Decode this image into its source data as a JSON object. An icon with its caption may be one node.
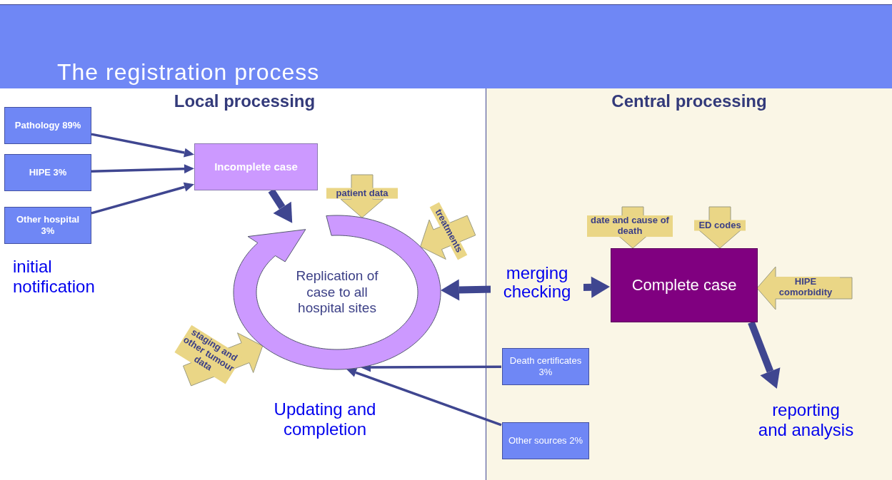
{
  "diagram": {
    "title": "The registration process",
    "nodes": [
      {
        "text": [
          "Local processing"
        ]
      },
      {
        "text": [
          "Central processing"
        ]
      },
      {
        "text": [
          "Pathology 89%"
        ],
        "in": 0
      },
      {
        "text": [
          "HIPE 3%"
        ],
        "in": 0
      },
      {
        "text": [
          "Other hospital 3%"
        ],
        "in": 0
      },
      {
        "text": [
          "Incomplete case"
        ],
        "in": 0
      },
      {
        "text": [
          "Replication of case to all hospital sites"
        ],
        "in": 0
      },
      {
        "text": [
          "Complete case"
        ],
        "in": 1
      },
      {
        "text": [
          "Death certificates 3%"
        ],
        "in": 1
      },
      {
        "text": [
          "Other sources 2%"
        ],
        "in": 1
      },
      {
        "text": [
          "reporting and analysis"
        ],
        "in": 1
      }
    ],
    "edges": [
      {
        "from": 2,
        "to": 5,
        "arrow": "to"
      },
      {
        "from": 3,
        "to": 5,
        "arrow": "to"
      },
      {
        "from": 4,
        "to": 5,
        "arrow": "to"
      },
      {
        "from": 5,
        "to": 6,
        "arrow": "to",
        "style": "thick"
      },
      {
        "from": 6,
        "to": 7,
        "arrow": "both",
        "style": "thick",
        "label": "merging checking"
      },
      {
        "from": 8,
        "to": 6,
        "arrow": "to"
      },
      {
        "from": 9,
        "to": 6,
        "arrow": "to"
      },
      {
        "from": 7,
        "to": 10,
        "arrow": "to",
        "style": "thick"
      },
      {
        "from": null,
        "to": 6,
        "arrow": "to",
        "color": "#ead686",
        "label": "patient data"
      },
      {
        "from": null,
        "to": 6,
        "arrow": "to",
        "color": "#ead686",
        "label": "treatments"
      },
      {
        "from": null,
        "to": 6,
        "arrow": "to",
        "color": "#ead686",
        "label": "staging and other tumour data"
      },
      {
        "from": null,
        "to": 7,
        "arrow": "to",
        "color": "#ead686",
        "label": "date and cause of death"
      },
      {
        "from": null,
        "to": 7,
        "arrow": "to",
        "color": "#ead686",
        "label": "ED codes"
      },
      {
        "from": null,
        "to": 7,
        "arrow": "to",
        "color": "#ead686",
        "label": "HIPE comorbidity"
      }
    ],
    "labels": [
      "initial notification",
      "Updating and completion"
    ]
  }
}
